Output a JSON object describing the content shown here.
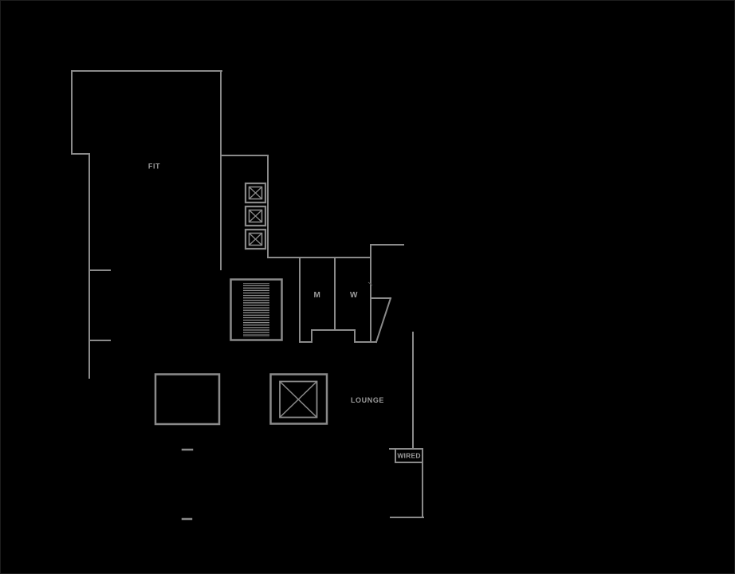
{
  "window": {
    "description": "CAD floor plan viewer on black background"
  },
  "colors": {
    "background": "#000000",
    "wall": "#8a8a8a",
    "text": "#9c9c9c",
    "faint_mark": "#5a5a5a",
    "border": "#1e1e1e"
  },
  "icons": {
    "elevator_shaft": "crossed-box",
    "equipment_pad": "crossed-box",
    "stairs": "hatched-treads"
  },
  "floorplan": {
    "rooms": [
      {
        "id": "fit",
        "label": "FIT"
      },
      {
        "id": "mens-restroom",
        "label": "M"
      },
      {
        "id": "womens-restroom",
        "label": "W"
      },
      {
        "id": "lounge",
        "label": "LOUNGE"
      },
      {
        "id": "wired",
        "label": "WIRED"
      }
    ]
  }
}
